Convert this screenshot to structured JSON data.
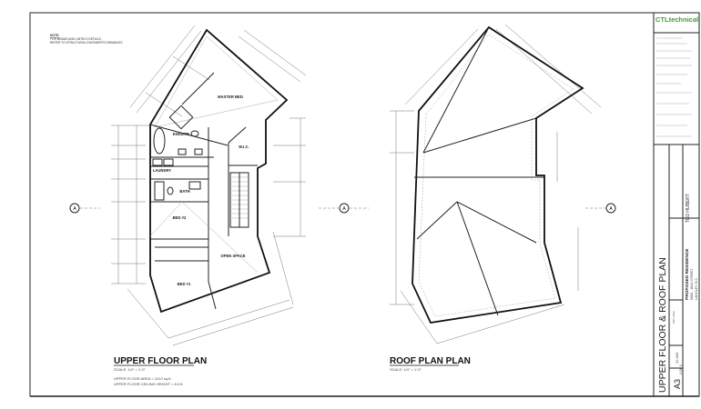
{
  "note": {
    "heading": "NOTE:",
    "lines": [
      "FOR BEAMS AND LINTELS DETAILS,",
      "REFER TO STRUCTURAL ENGINEER'S DRAWINGS"
    ]
  },
  "upper_floor": {
    "title": "UPPER FLOOR PLAN",
    "scale": "SCALE: 1/4\" = 1'-0\"",
    "area": "UPPER FLOOR AREA = 1012 sq.ft.",
    "ceiling": "UPPER FLOOR CEILING HEIGHT = 8.0 ft.",
    "rooms": {
      "master_bed": "MASTER BED",
      "ensuite": "ENSUITE",
      "wic": "W.I.C.",
      "laundry": "LAUNDRY",
      "bath": "BATH",
      "bed2": "BED #2",
      "open_space": "OPEN SPACE",
      "bed1": "BED #1"
    }
  },
  "roof_plan": {
    "title": "ROOF PLAN PLAN",
    "scale": "SCALE: 1/4\" = 1'-0\""
  },
  "section_marker": "A",
  "title_block": {
    "logo": "CTLtechnical",
    "sheet_title": "UPPER FLOOR & ROOF PLAN",
    "sheet_number": "A3",
    "sheet_of": "3 OF 5",
    "project_number": "22-006",
    "date": "MAY 2022",
    "project_name": "PROPOSED RESIDENCE",
    "address_line1": "5888 - 184A STREET",
    "address_line2": "LANGLEY, B.C.",
    "client": "TED HUBERT"
  },
  "colors": {
    "logo_green": "#4a9a3a",
    "line": "#222222"
  }
}
